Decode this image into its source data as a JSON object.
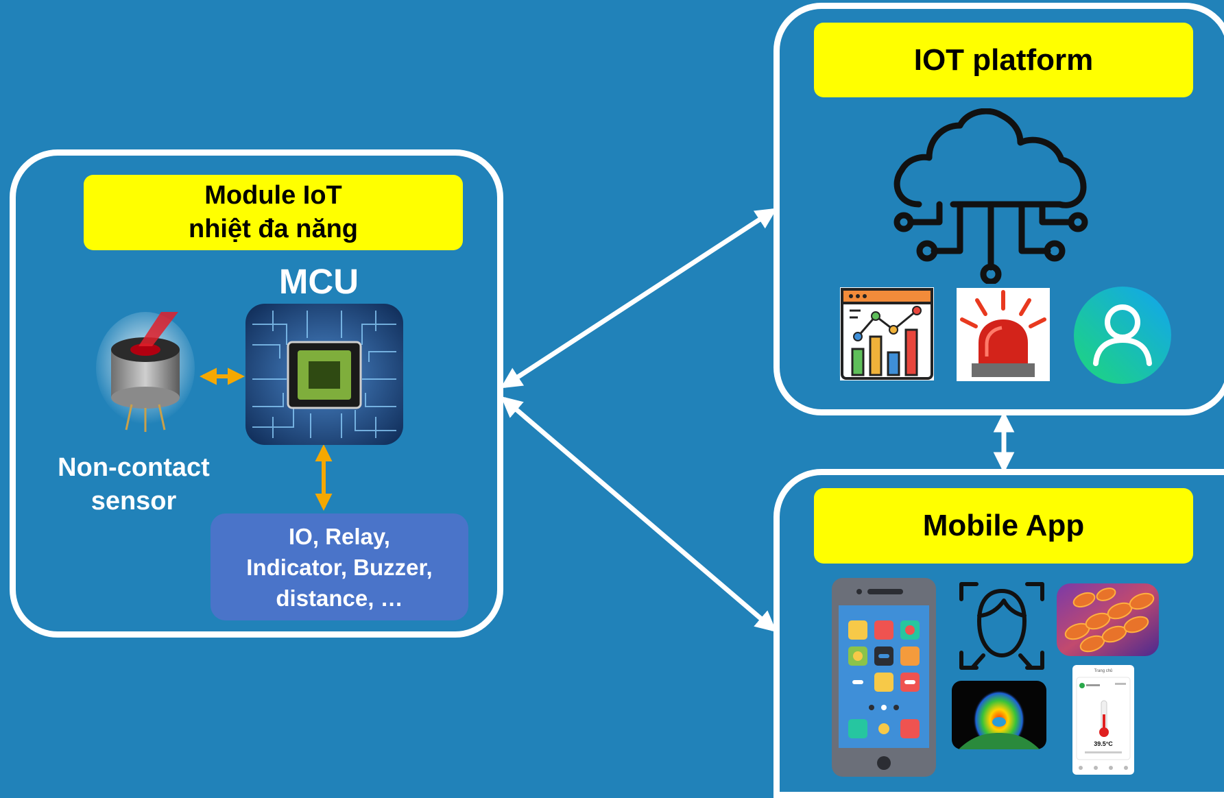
{
  "colors": {
    "background": "#2182b9",
    "label_fill": "#ffff00",
    "connector": "#ffffff",
    "local_arrow": "#f5a800",
    "io_box": "#4a74c9"
  },
  "module": {
    "title": "Module IoT\nnhiệt đa năng",
    "mcu_label": "MCU",
    "sensor_label": "Non-contact\nsensor",
    "io_text": "IO, Relay,\nIndicator, Buzzer,\ndistance, …",
    "icons": [
      "ir-sensor-image",
      "mcu-chip-image"
    ]
  },
  "platform": {
    "title": "IOT platform",
    "icons": [
      "cloud-network-icon",
      "analytics-dashboard-icon",
      "alarm-siren-icon",
      "user-account-icon"
    ]
  },
  "mobile": {
    "title": "Mobile App",
    "icons": [
      "smartphone-icon",
      "face-scan-icon",
      "thermal-body-image",
      "thermal-face-image",
      "temperature-app-screenshot"
    ],
    "app_screenshot": {
      "header": "Trang chủ",
      "temperature": "39.5°C"
    }
  }
}
